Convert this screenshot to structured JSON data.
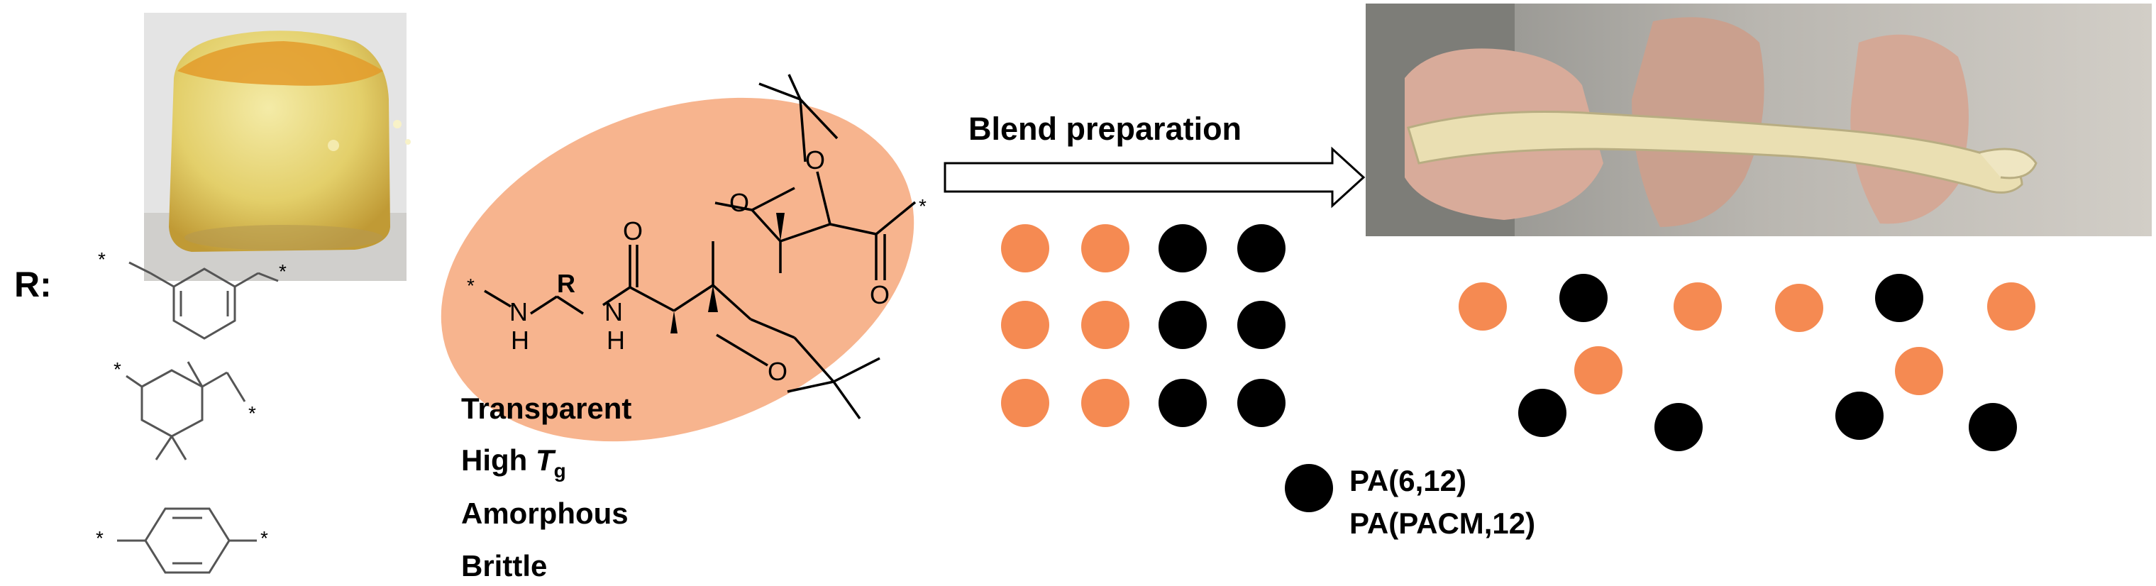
{
  "r_label": "R:",
  "r_groups": [
    {
      "name": "m-xylylene",
      "star": "*"
    },
    {
      "name": "isophorone",
      "star": "*"
    },
    {
      "name": "p-phenylene",
      "star": "*"
    }
  ],
  "structure_atoms": {
    "star": "*",
    "n": "N",
    "h": "H",
    "r": "R",
    "o": "O"
  },
  "properties": {
    "transparent": "Transparent",
    "high_tg_prefix": "High ",
    "high_tg_t": "T",
    "high_tg_sub": "g",
    "amorphous": "Amorphous",
    "brittle": "Brittle"
  },
  "arrow_label": "Blend preparation",
  "legend": {
    "items": [
      "PA(6,12)",
      "PA(PACM,12)"
    ]
  },
  "colors": {
    "orange": "#F58A52",
    "black": "#000000",
    "ellipse": "#F7B48E"
  }
}
